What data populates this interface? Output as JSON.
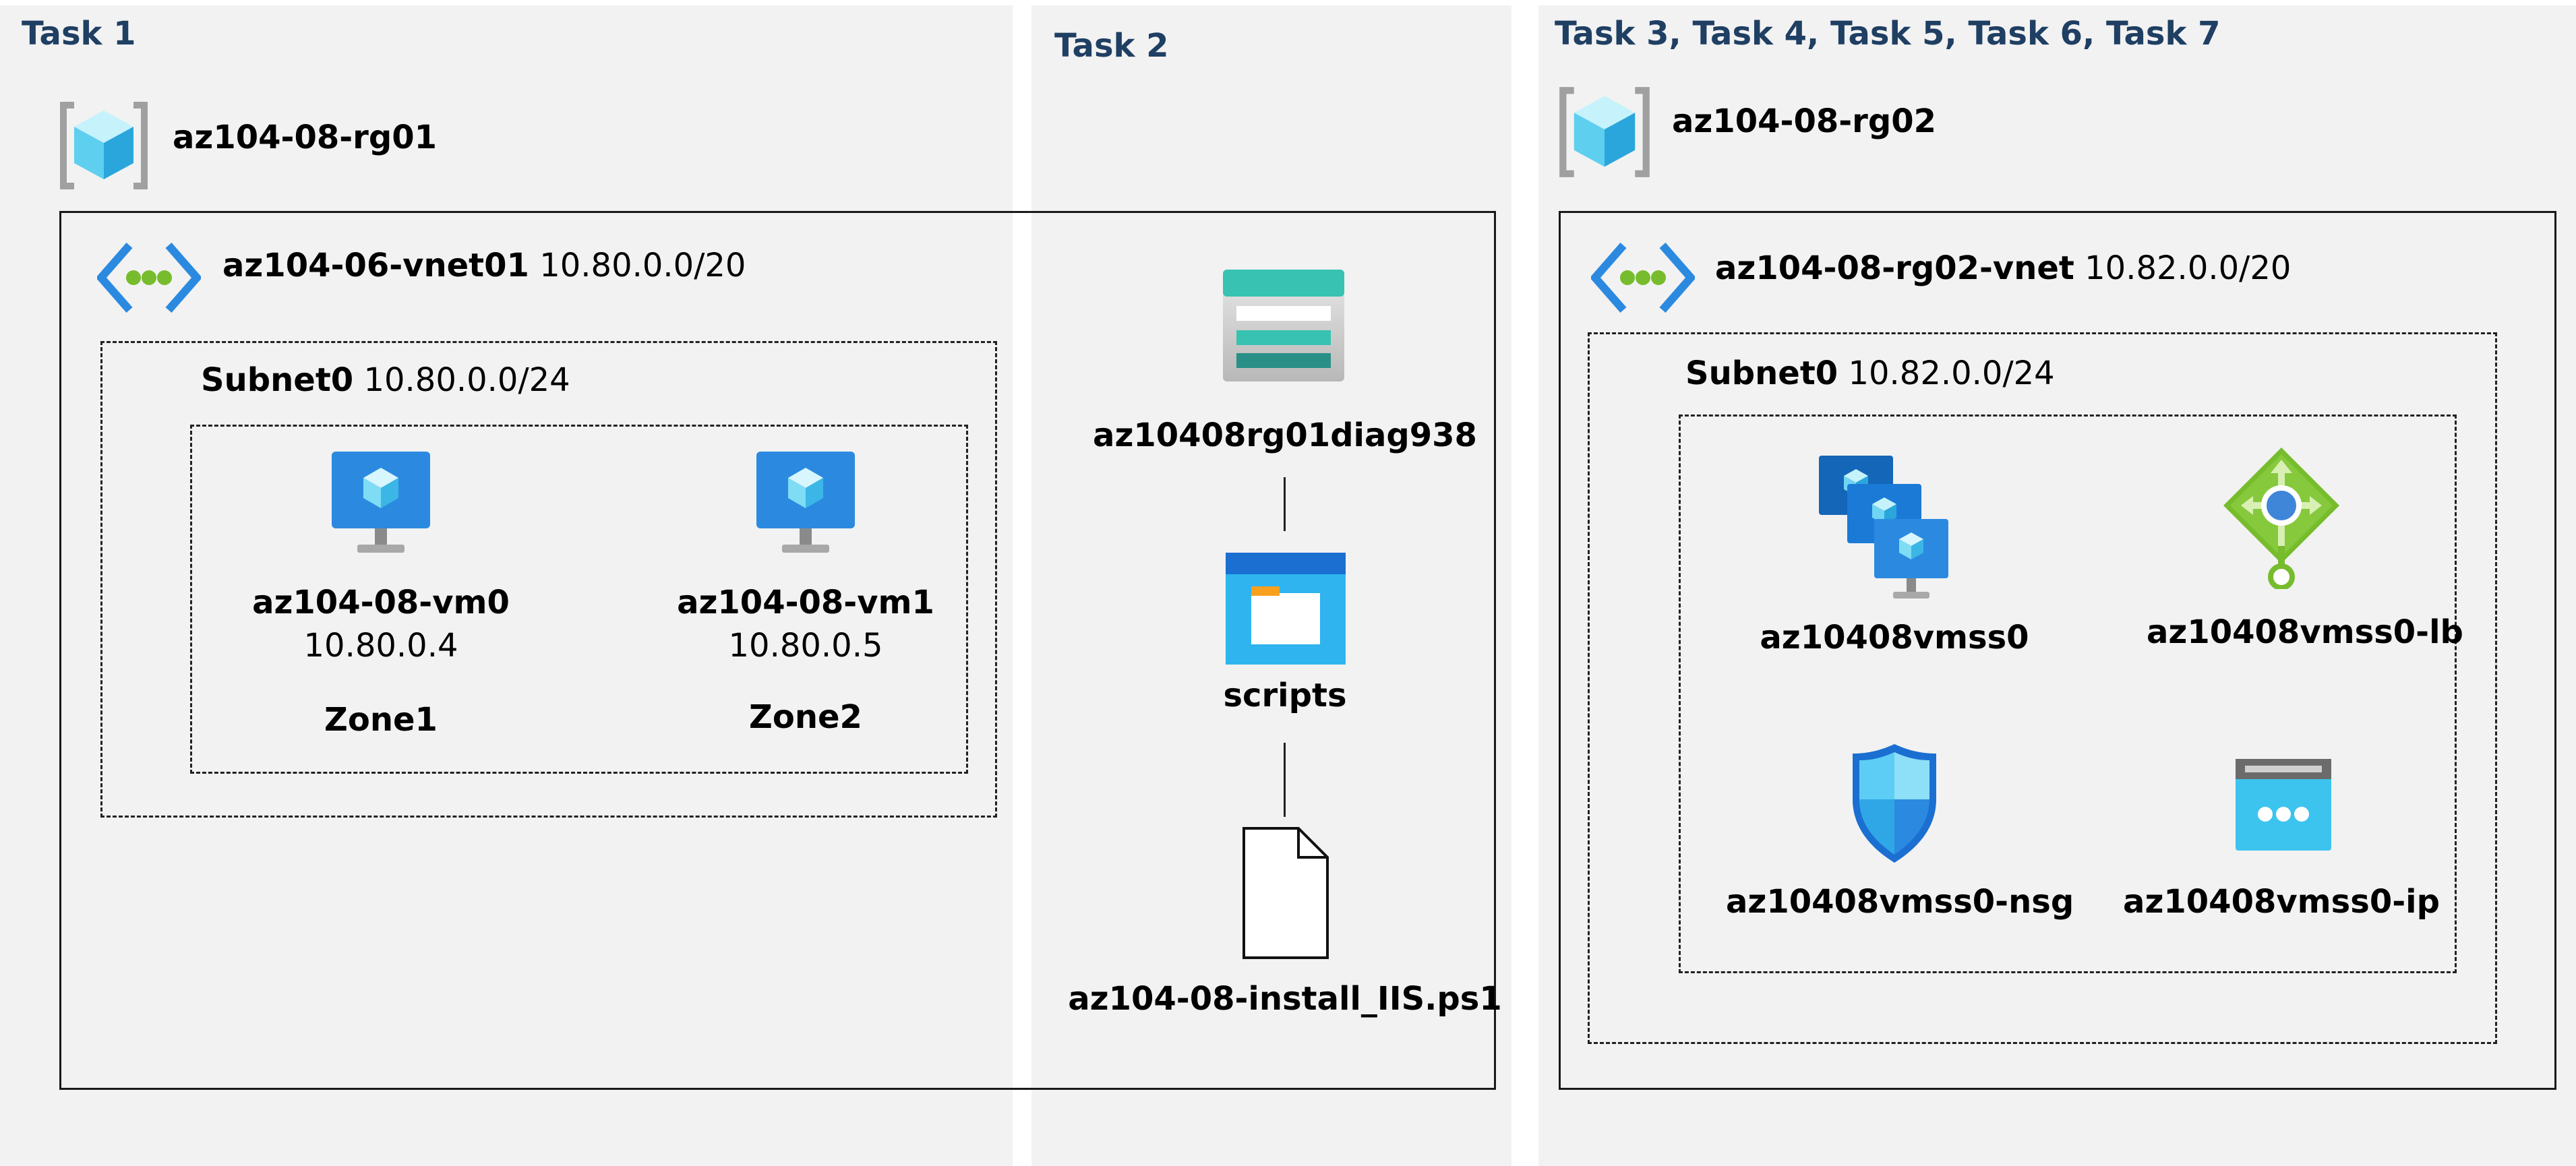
{
  "tasks": {
    "task1": "Task 1",
    "task2": "Task 2",
    "task3": "Task 3, Task 4, Task 5, Task 6, Task 7"
  },
  "rg01": {
    "name": "az104-08-rg01"
  },
  "vnet01": {
    "name": "az104-06-vnet01",
    "cidr": "10.80.0.0/20"
  },
  "subnet01": {
    "name": "Subnet0",
    "cidr": "10.80.0.0/24"
  },
  "vms": [
    {
      "name": "az104-08-vm0",
      "ip": "10.80.0.4",
      "zone": "Zone1"
    },
    {
      "name": "az104-08-vm1",
      "ip": "10.80.0.5",
      "zone": "Zone2"
    }
  ],
  "storage": {
    "name": "az10408rg01diag938"
  },
  "container": {
    "name": "scripts"
  },
  "script_file": {
    "name": "az104-08-install_IIS.ps1"
  },
  "rg02": {
    "name": "az104-08-rg02"
  },
  "vnet02": {
    "name": "az104-08-rg02-vnet",
    "cidr": "10.82.0.0/20"
  },
  "subnet02": {
    "name": "Subnet0",
    "cidr": "10.82.0.0/24"
  },
  "vmss": {
    "name": "az10408vmss0"
  },
  "lb": {
    "name": "az10408vmss0-lb"
  },
  "nsg": {
    "name": "az10408vmss0-nsg"
  },
  "pip": {
    "name": "az10408vmss0-ip"
  },
  "colors": {
    "task_title": "#1f3f63",
    "panel_bg": "#f2f2f2",
    "azure_blue": "#2b8ae0",
    "cube_light": "#9ee4f7",
    "lb_green": "#76bc2d",
    "teal": "#32bfb0"
  }
}
